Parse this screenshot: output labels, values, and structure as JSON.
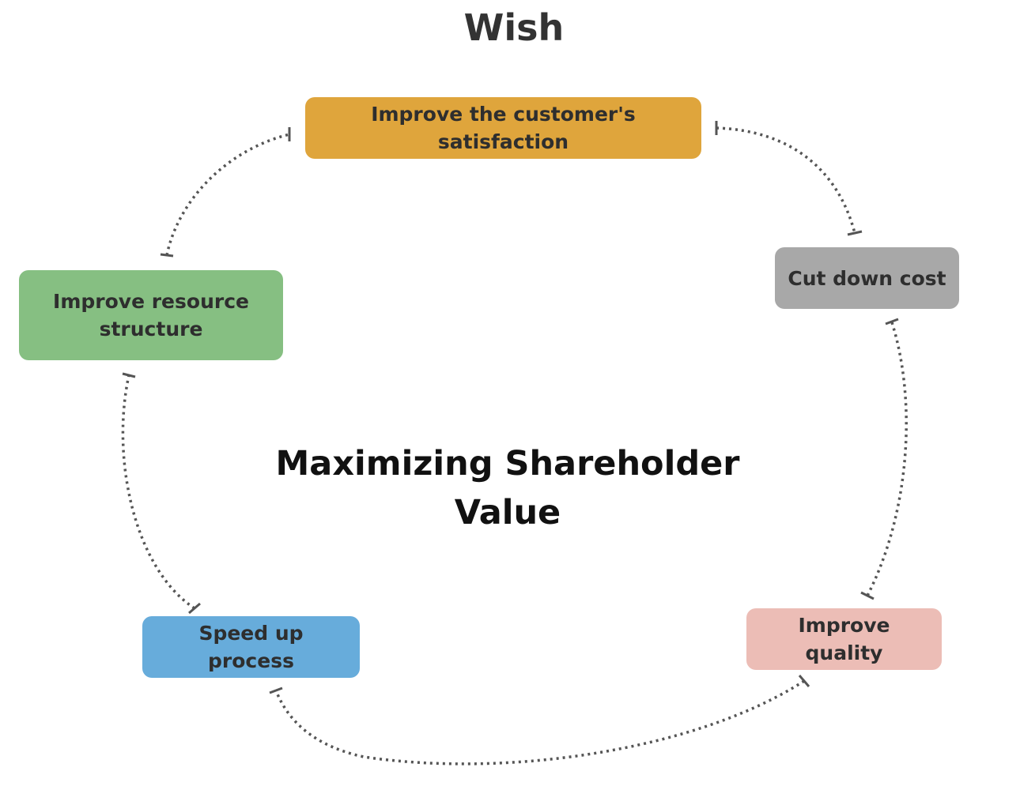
{
  "diagram": {
    "title": "Wish",
    "center": "Maximizing Shareholder Value",
    "nodes": [
      {
        "id": "customer",
        "label": "Improve the customer's satisfaction",
        "color": "#DFA53C"
      },
      {
        "id": "cost",
        "label": "Cut down cost",
        "color": "#A8A8A8"
      },
      {
        "id": "quality",
        "label": "Improve quality",
        "color": "#ECBDB6"
      },
      {
        "id": "speed",
        "label": "Speed up process",
        "color": "#67ACDB"
      },
      {
        "id": "resource",
        "label": "Improve resource structure",
        "color": "#86BF82"
      }
    ],
    "connectors": [
      {
        "from": "customer",
        "to": "cost",
        "style": "dashed"
      },
      {
        "from": "cost",
        "to": "quality",
        "style": "dashed"
      },
      {
        "from": "quality",
        "to": "speed",
        "style": "dashed"
      },
      {
        "from": "speed",
        "to": "resource",
        "style": "dashed"
      },
      {
        "from": "resource",
        "to": "customer",
        "style": "dashed"
      }
    ],
    "line_color": "#555555"
  }
}
